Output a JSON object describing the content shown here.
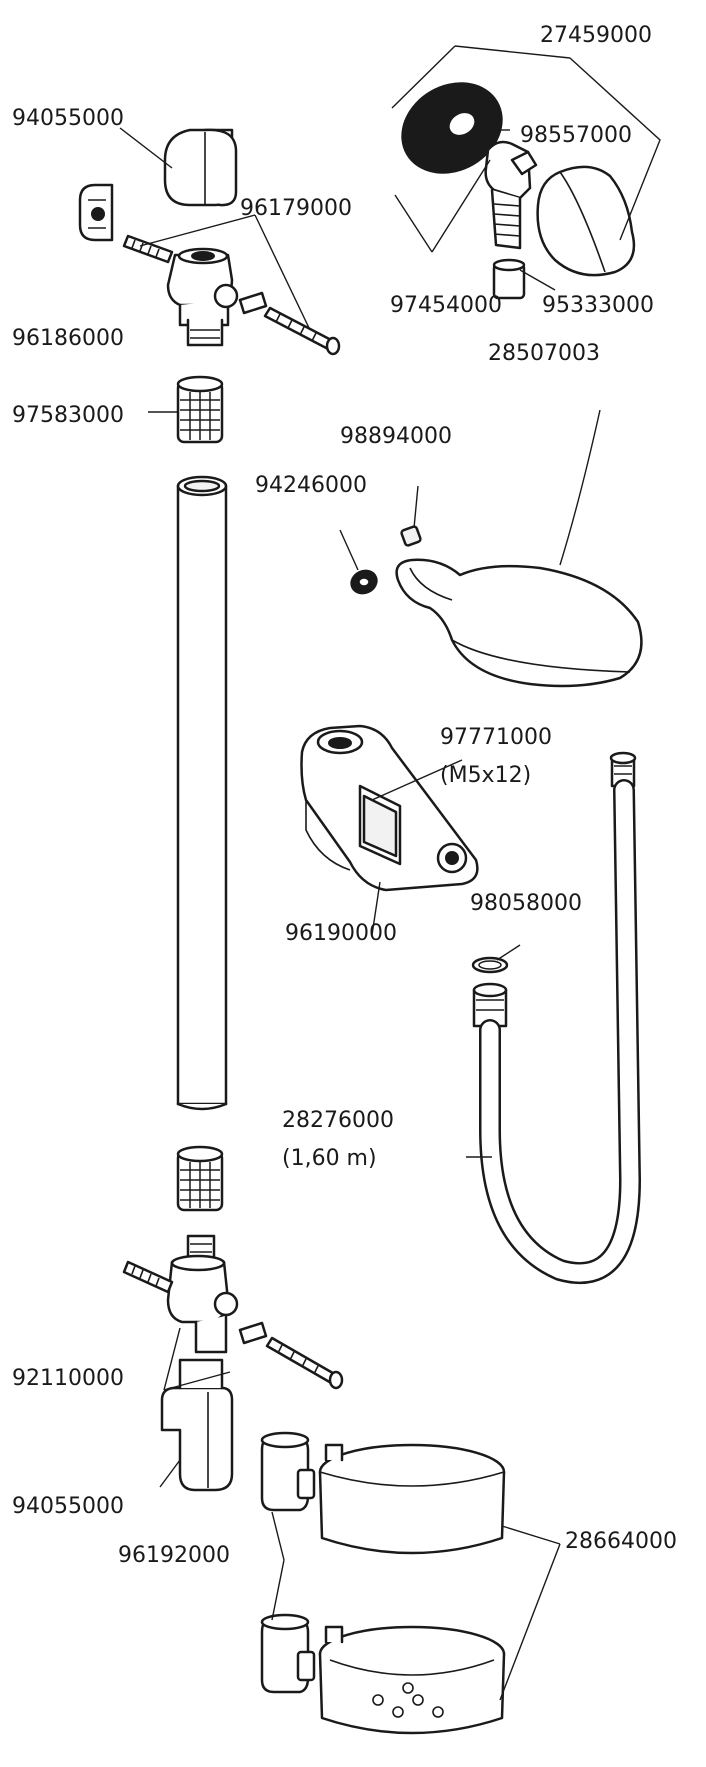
{
  "labels": {
    "bracket_top": "94055000",
    "screw_set_top": "96179000",
    "adapter_top": "96186000",
    "filter_top": "97583000",
    "wall_outlet_set": "27459000",
    "gasket_black": "98557000",
    "elbow": "97454000",
    "nut_small": "95333000",
    "hand_shower": "28507003",
    "nut_hand_shower": "98894000",
    "washer_hand_shower": "94246000",
    "screw_slider": "97771000",
    "screw_slider_size": "(M5x12)",
    "slider": "96190000",
    "washer_hose": "98058000",
    "hose": "28276000",
    "hose_length": "(1,60 m)",
    "screw_set_bottom": "92110000",
    "bracket_bottom": "94055000",
    "clip": "96192000",
    "soap_dish": "28664000"
  }
}
